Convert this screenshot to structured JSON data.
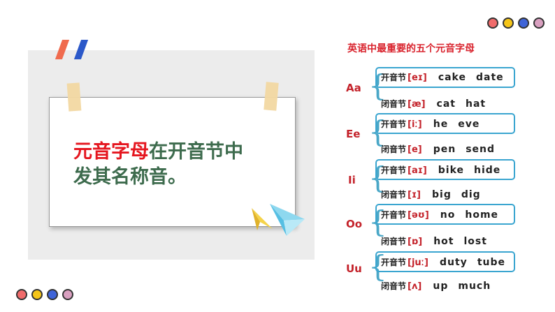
{
  "colors": {
    "dot_red": "#f06b6b",
    "dot_yellow": "#f5c518",
    "dot_blue": "#3f64d8",
    "dot_pink": "#d9a0c0",
    "accent_red": "#e5161f",
    "green_text": "#3d6b4d",
    "box_blue": "#3aa5d0"
  },
  "card": {
    "line1_red": "元音字母",
    "line1_rest": "在开音节中",
    "line2": "发其名称音。"
  },
  "list": {
    "title": "英语中最重要的五个元音字母",
    "groups": [
      {
        "letter": "Aa",
        "open": {
          "tag": "开音节",
          "phonetic": "[eɪ]",
          "word1": "cake",
          "word2": "date"
        },
        "closed": {
          "tag": "闭音节",
          "phonetic": "[æ]",
          "word1": "cat",
          "word2": "hat"
        }
      },
      {
        "letter": "Ee",
        "open": {
          "tag": "开音节",
          "phonetic": "[iː]",
          "word1": "he",
          "word2": "eve"
        },
        "closed": {
          "tag": "闭音节",
          "phonetic": "[e]",
          "word1": "pen",
          "word2": "send"
        }
      },
      {
        "letter": "Ii",
        "open": {
          "tag": "开音节",
          "phonetic": "[aɪ]",
          "word1": "bike",
          "word2": "hide"
        },
        "closed": {
          "tag": "闭音节",
          "phonetic": "[ɪ]",
          "word1": "big",
          "word2": "dig"
        }
      },
      {
        "letter": "Oo",
        "open": {
          "tag": "开音节",
          "phonetic": "[əʊ]",
          "word1": "no",
          "word2": "home"
        },
        "closed": {
          "tag": "闭音节",
          "phonetic": "[ɒ]",
          "word1": "hot",
          "word2": "lost"
        }
      },
      {
        "letter": "Uu",
        "open": {
          "tag": "开音节",
          "phonetic": "[juː]",
          "word1": "duty",
          "word2": "tube"
        },
        "closed": {
          "tag": "闭音节",
          "phonetic": "[ʌ]",
          "word1": "up",
          "word2": "much"
        }
      }
    ]
  },
  "decor": {
    "paper_plane_icons": [
      "paper-plane-yellow-icon",
      "paper-plane-blue-icon"
    ],
    "dot_rows": [
      "top-right-dots",
      "bottom-left-dots"
    ]
  }
}
